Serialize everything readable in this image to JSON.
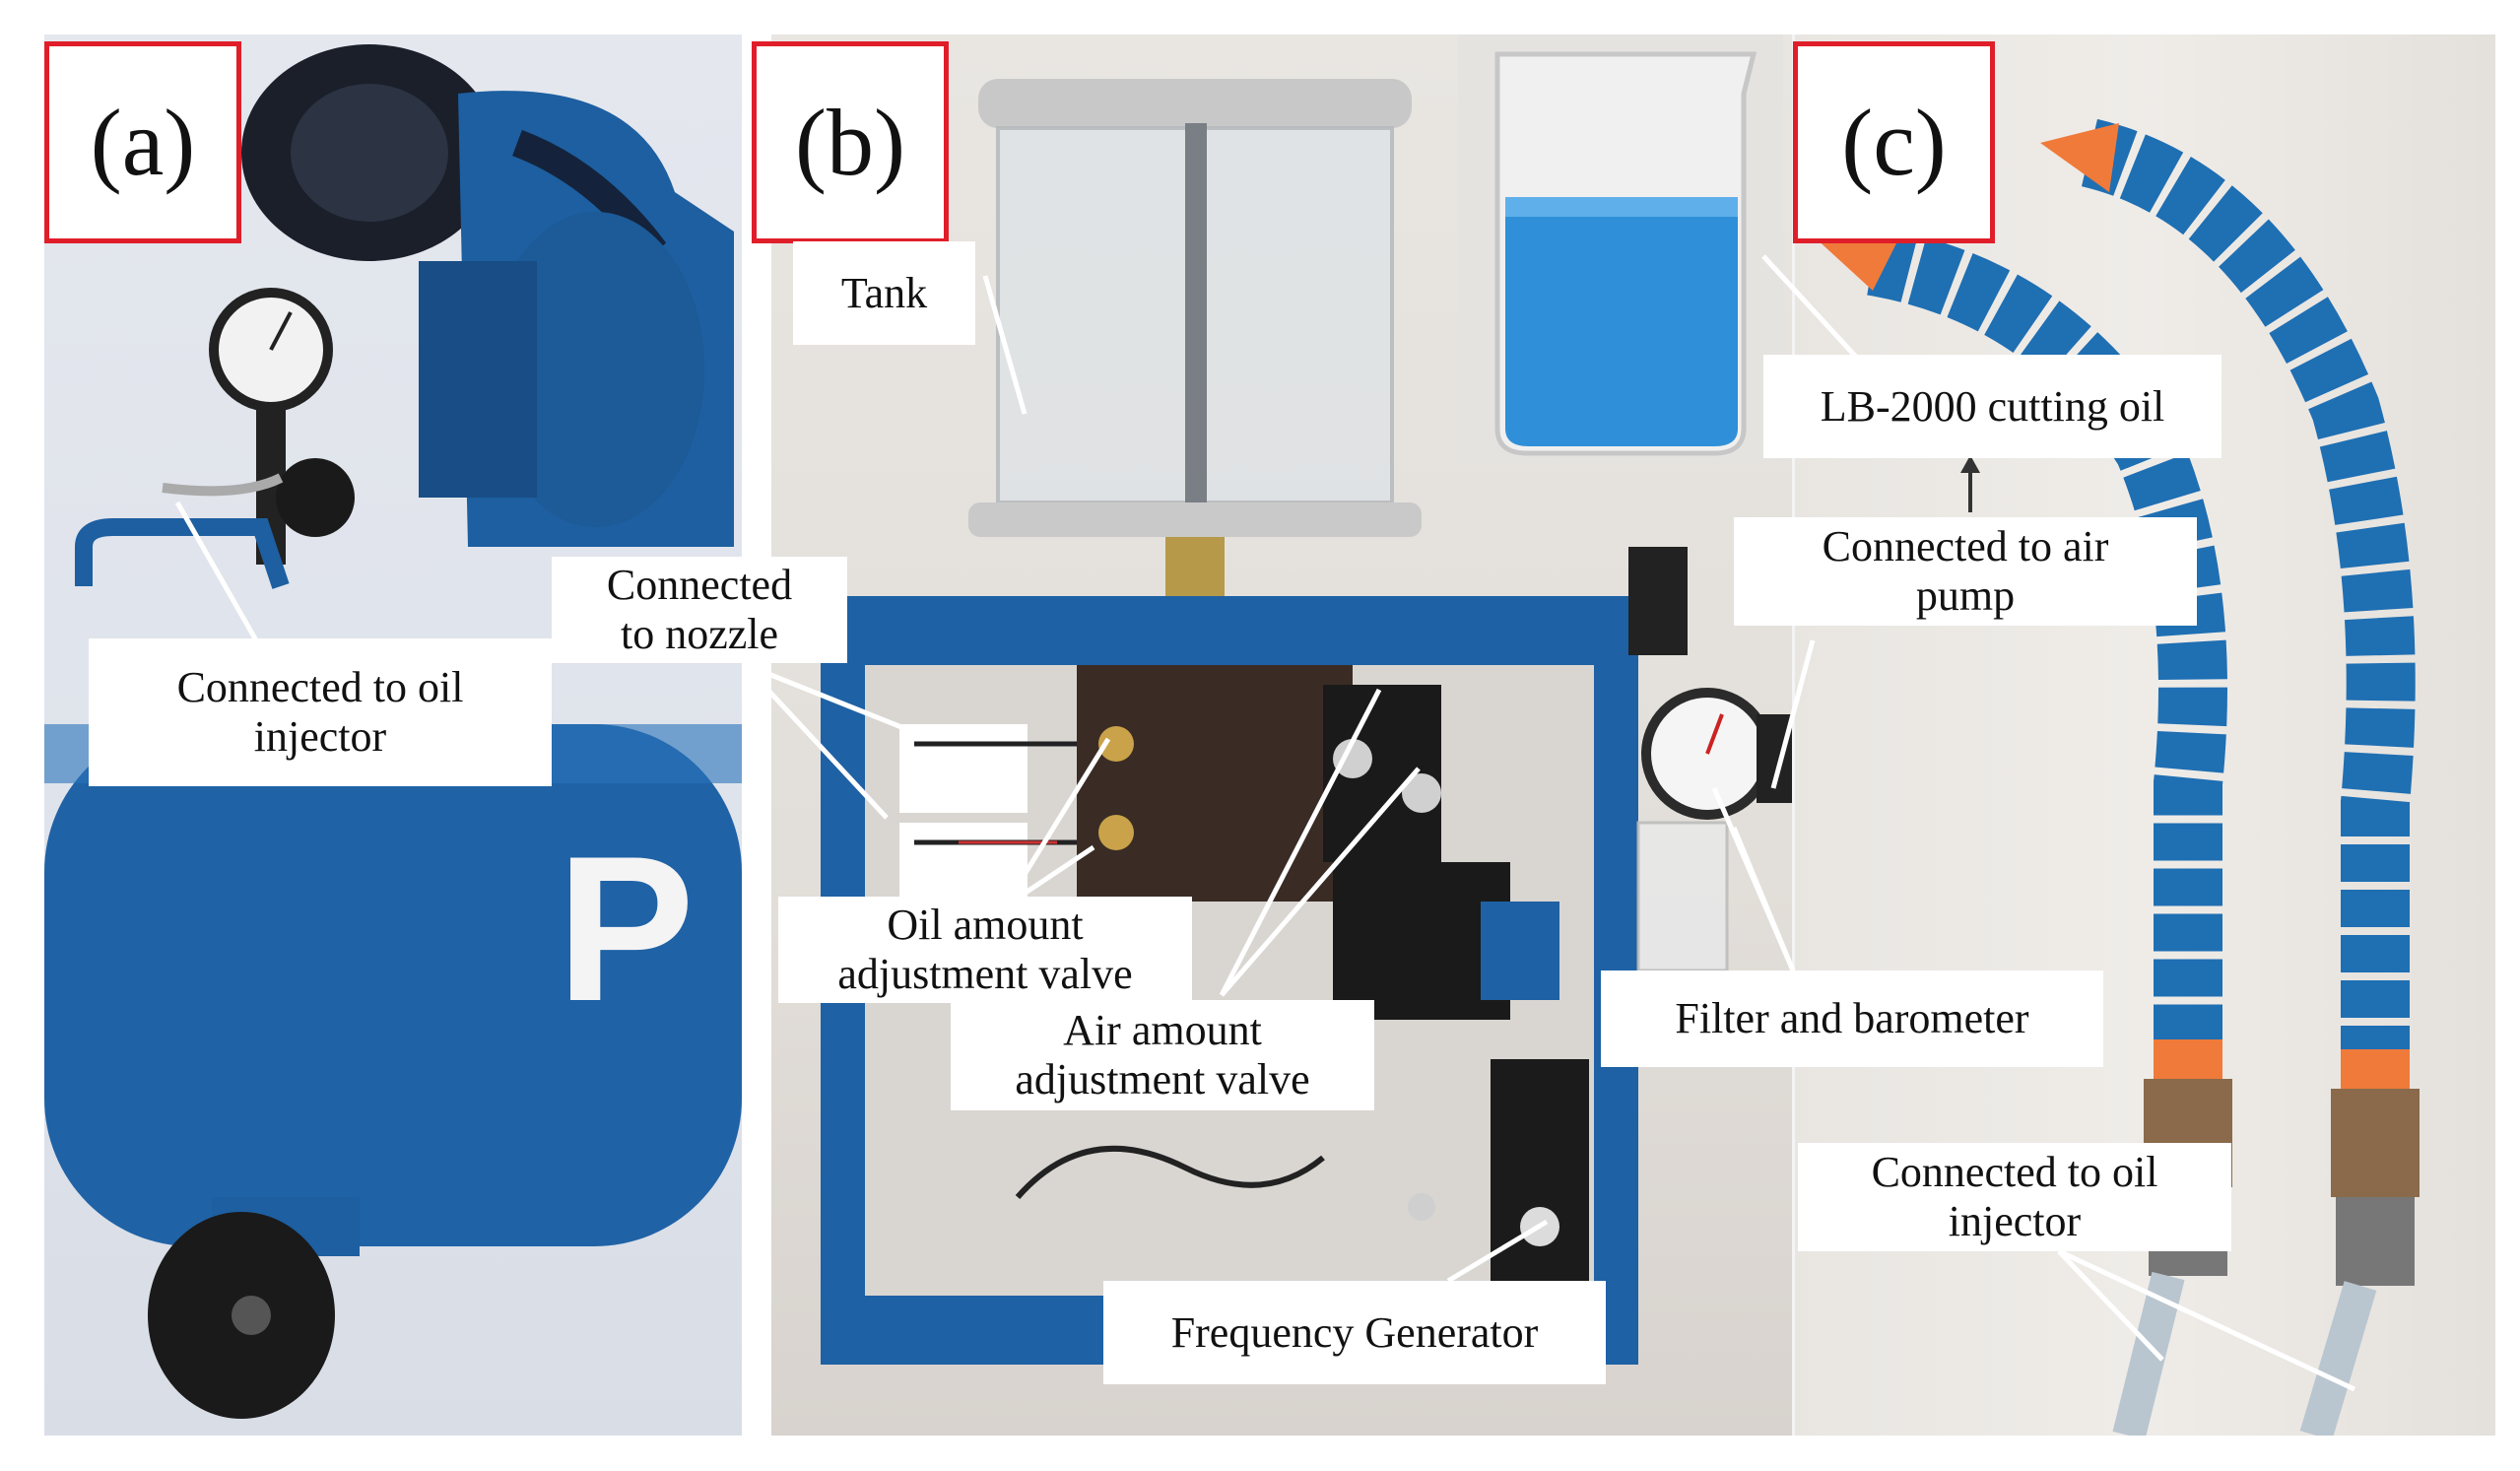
{
  "panels": {
    "a": {
      "tag": "(a)"
    },
    "b": {
      "tag": "(b)"
    },
    "c": {
      "tag": "(c)"
    }
  },
  "labels": {
    "a_oil_injector": {
      "line1": "Connected to oil",
      "line2": "injector"
    },
    "b_nozzle": {
      "line1": "Connected",
      "line2": "to nozzle"
    },
    "b_tank": {
      "text": "Tank"
    },
    "b_oil_valve": {
      "line1": "Oil amount",
      "line2": "adjustment valve"
    },
    "b_air_valve": {
      "line1": "Air amount",
      "line2": "adjustment valve"
    },
    "b_frequency": {
      "text": "Frequency Generator"
    },
    "b_filter": {
      "text": "Filter and barometer"
    },
    "c_cutting_oil": {
      "text": "LB-2000 cutting oil"
    },
    "c_air_pump": {
      "line1": "Connected to air",
      "line2": "pump"
    },
    "c_oil_injector": {
      "line1": "Connected to oil",
      "line2": "injector"
    }
  },
  "colors": {
    "tag_border": "#e01e2a",
    "compressor_blue": "#1d5fa0",
    "cutting_oil_blue": "#2f8fd8",
    "hose_blue": "#1f6fb3",
    "nozzle_orange": "#f07a3a"
  }
}
